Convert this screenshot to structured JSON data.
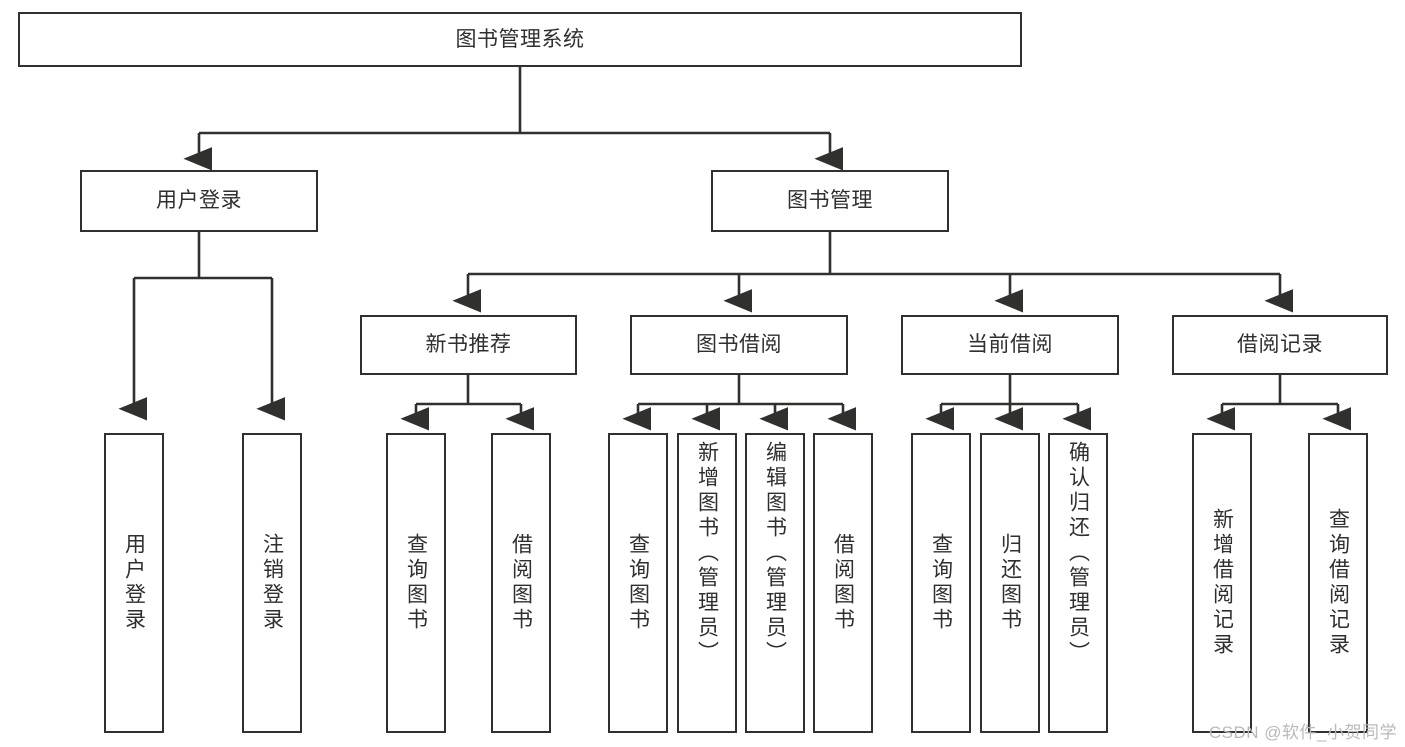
{
  "diagram": {
    "type": "tree",
    "title": "图书管理系统",
    "levels": {
      "root": {
        "label": "图书管理系统"
      },
      "level2": [
        {
          "label": "用户登录"
        },
        {
          "label": "图书管理"
        }
      ],
      "level3": [
        {
          "label": "新书推荐"
        },
        {
          "label": "图书借阅"
        },
        {
          "label": "当前借阅"
        },
        {
          "label": "借阅记录"
        }
      ]
    },
    "leaves": {
      "user_login": [
        {
          "label": "用户登录"
        },
        {
          "label": "注销登录"
        }
      ],
      "new_book_recommend": [
        {
          "label": "查询图书"
        },
        {
          "label": "借阅图书"
        }
      ],
      "book_borrow": [
        {
          "label": "查询图书"
        },
        {
          "label": "新增图书（管理员）"
        },
        {
          "label": "编辑图书（管理员）"
        },
        {
          "label": "借阅图书"
        }
      ],
      "current_borrow": [
        {
          "label": "查询图书"
        },
        {
          "label": "归还图书"
        },
        {
          "label": "确认归还（管理员）"
        }
      ],
      "borrow_record": [
        {
          "label": "新增借阅记录"
        },
        {
          "label": "查询借阅记录"
        }
      ]
    }
  },
  "watermark": {
    "text": "CSDN @软件_小贺同学"
  },
  "colors": {
    "border": "#30302f",
    "text": "#2f2f2f",
    "background": "#ffffff",
    "watermark": "#b9b9b9"
  }
}
